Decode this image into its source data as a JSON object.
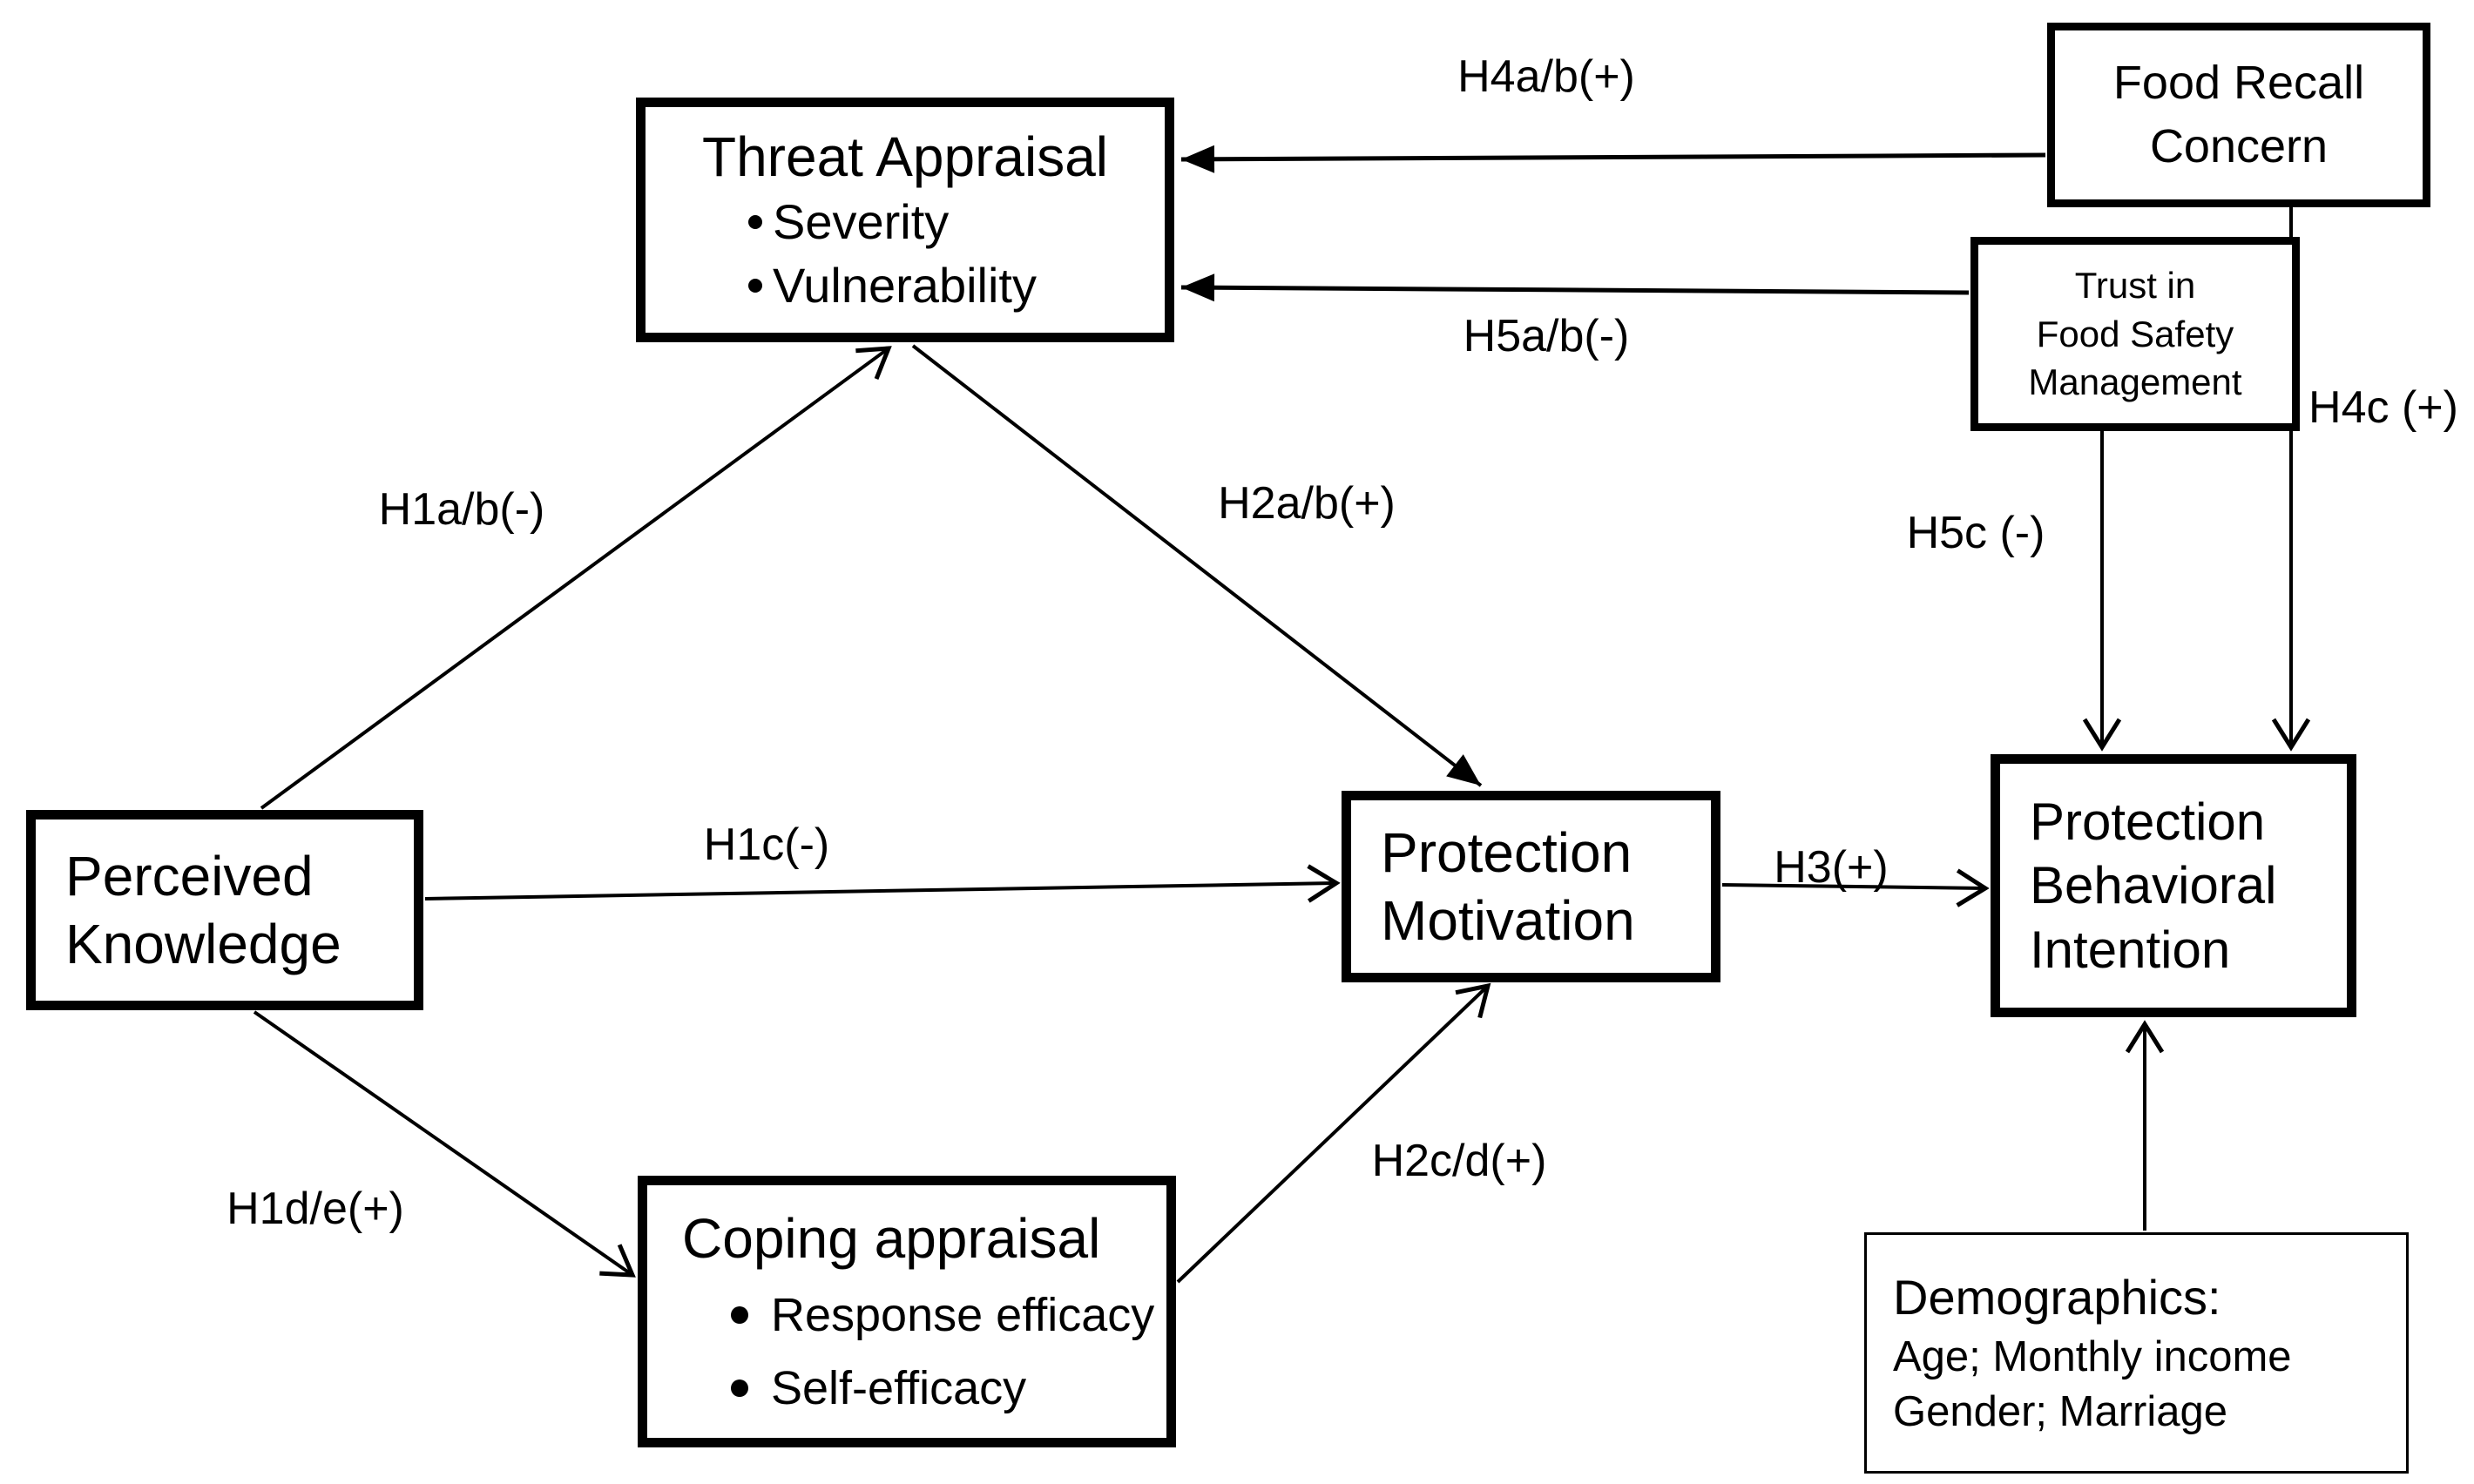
{
  "diagram": {
    "title": "Protection Motivation research model",
    "background_color": "#ffffff",
    "line_color": "#000000"
  },
  "nodes": {
    "threat_appraisal": {
      "title": "Threat Appraisal",
      "bullets": [
        "Severity",
        "Vulnerability"
      ]
    },
    "food_recall_concern": {
      "lines": [
        "Food Recall",
        "Concern"
      ]
    },
    "trust_food_safety": {
      "lines": [
        "Trust in",
        "Food Safety",
        "Management"
      ]
    },
    "perceived_knowledge": {
      "lines": [
        "Perceived",
        "Knowledge"
      ]
    },
    "protection_motivation": {
      "lines": [
        "Protection",
        "Motivation"
      ]
    },
    "protection_behavioral_intention": {
      "lines": [
        "Protection",
        "Behavioral",
        "Intention"
      ]
    },
    "coping_appraisal": {
      "title": "Coping appraisal",
      "bullets": [
        "Response efficacy",
        "Self-efficacy"
      ]
    },
    "demographics": {
      "title": "Demographics:",
      "lines": [
        "Age; Monthly income",
        "Gender; Marriage"
      ]
    }
  },
  "edges": {
    "h1ab": "H1a/b(-)",
    "h2ab": "H2a/b(+)",
    "h1c": "H1c(-)",
    "h1de": "H1d/e(+)",
    "h2cd": "H2c/d(+)",
    "h3": "H3(+)",
    "h4ab": "H4a/b(+)",
    "h5ab": "H5a/b(-)",
    "h5c": "H5c (-)",
    "h4c": "H4c (+)"
  }
}
